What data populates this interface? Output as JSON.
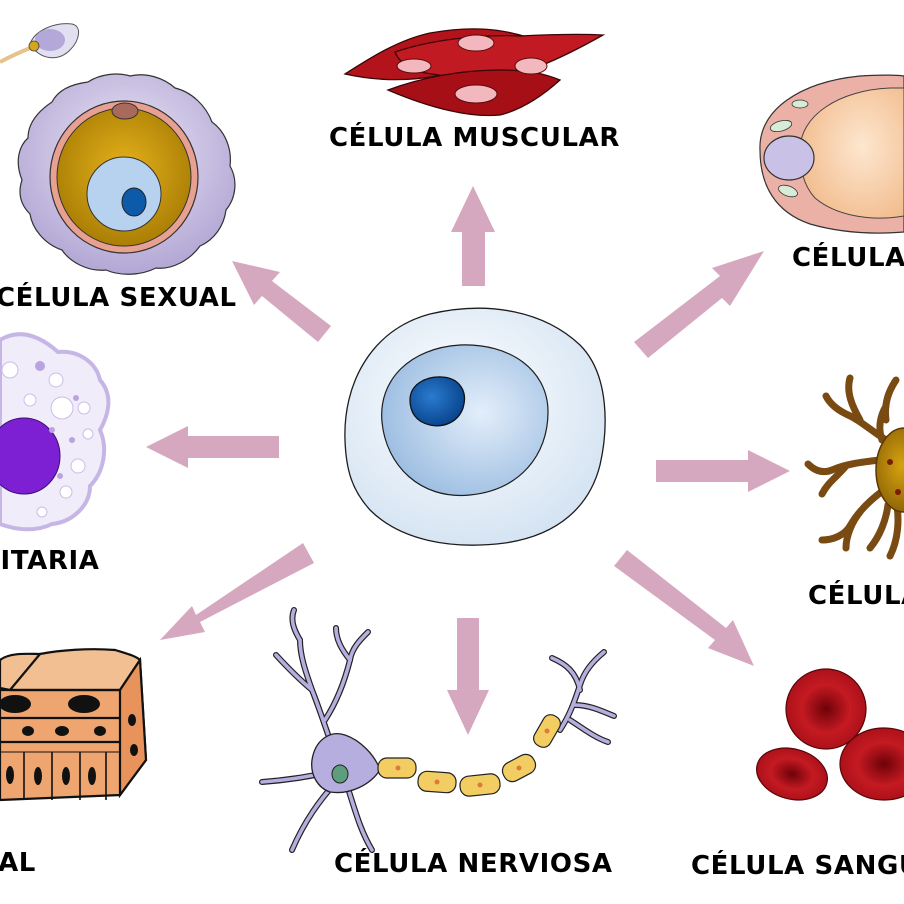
{
  "labels": {
    "muscle": "CÉLULA MUSCULAR",
    "sex": "CÉLULA SEXUAL",
    "fat": "CÉLULA",
    "immune": "MUNITARIA",
    "bone": "CÉLULA",
    "epithelial": "PITELIAL",
    "nerve": "CÉLULA NERVIOSA",
    "blood": "CÉLULA SANGU"
  },
  "colors": {
    "arrow": "#d6a8bf",
    "stem_outer": "#dbe8f4",
    "stem_inner": "#9fc1e3",
    "stem_nucleus": "#0b57a8",
    "muscle": "#b3141b",
    "sex_coat": "#b5a9d6",
    "sex_yolk": "#c89a0a",
    "fat_body": "#f5c9a2",
    "immune_nucleus": "#7d1fd3",
    "bone_cell": "#7a4a13",
    "epithelial": "#eea56f",
    "neuron": "#b7aee0",
    "myelin": "#f2cd62",
    "blood": "#b0101a"
  }
}
